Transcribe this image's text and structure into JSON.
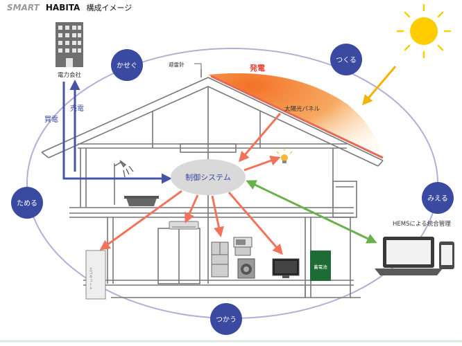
{
  "header": {
    "brand_smart": "SMART",
    "brand_habita": "HABITA",
    "subtitle": "構成イメージ"
  },
  "labels": {
    "power_company": "電力会社",
    "lightning_rod": "避雷針",
    "generation": "発電",
    "solar_panel": "太陽光パネル",
    "control_system": "制御システム",
    "sell_power": "売電",
    "buy_power": "買電",
    "hems": "HEMSによる統合管理",
    "storage_battery": "蓄電池",
    "ecocute": "エコキュート"
  },
  "circles": {
    "kasegu": "かせぐ",
    "tsukuru": "つくる",
    "tameru": "ためる",
    "mieru": "みえる",
    "tsukau": "つかう"
  },
  "colors": {
    "circle_fill": "#3a4aa0",
    "ellipse_stroke": "#b3aed6",
    "arrow_red": "#f0735a",
    "arrow_green": "#6ab04c",
    "arrow_blue": "#4654a8",
    "arrow_yellow": "#f2b400",
    "sun": "#ffcc00",
    "generation_text": "#e8473a",
    "battery": "#1e6b35"
  },
  "icons": [
    "sun-icon",
    "building-icon",
    "shower-icon",
    "bathtub-icon",
    "bulb-icon",
    "air-conditioner-icon",
    "refrigerator-icon",
    "microwave-icon",
    "washing-machine-icon",
    "tv-icon",
    "laptop-icon",
    "smartphone-icon"
  ]
}
